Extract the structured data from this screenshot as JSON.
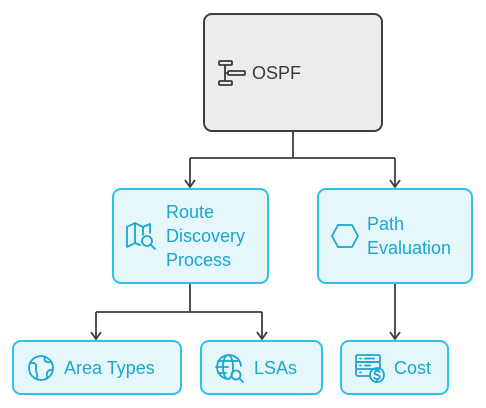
{
  "diagram": {
    "root": {
      "label": "OSPF",
      "icon": "git-branch-icon"
    },
    "level1": [
      {
        "label": "Route\nDiscovery\nProcess",
        "icon": "map-search-icon"
      },
      {
        "label": "Path\nEvaluation",
        "icon": "hexagon-icon"
      }
    ],
    "level2": [
      {
        "label": "Area Types",
        "icon": "globe-icon"
      },
      {
        "label": "LSAs",
        "icon": "globe-search-icon"
      },
      {
        "label": "Cost",
        "icon": "server-dollar-icon"
      }
    ]
  },
  "colors": {
    "root_fill": "#ececec",
    "root_stroke": "#3d3d3d",
    "node_fill": "#e6f7fb",
    "node_stroke": "#2fc1e6",
    "node_text": "#1aa6cf",
    "connector": "#3d3d3d"
  }
}
